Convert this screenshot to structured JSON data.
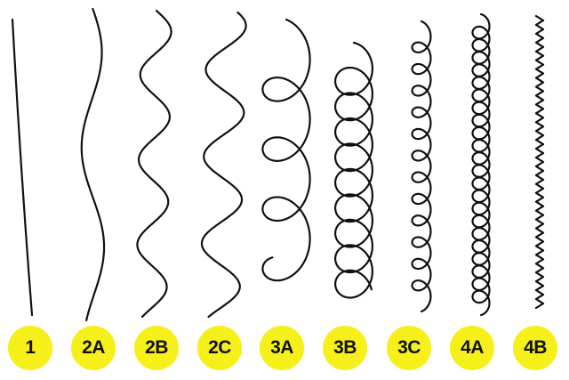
{
  "badge_color": "#f5ef1a",
  "stroke_color": "#111111",
  "hair_types": [
    {
      "label": "1",
      "pattern": "straight"
    },
    {
      "label": "2A",
      "pattern": "wavy-loose"
    },
    {
      "label": "2B",
      "pattern": "wavy"
    },
    {
      "label": "2C",
      "pattern": "wavy-strong"
    },
    {
      "label": "3A",
      "pattern": "curly-loose"
    },
    {
      "label": "3B",
      "pattern": "curly"
    },
    {
      "label": "3C",
      "pattern": "curly-tight"
    },
    {
      "label": "4A",
      "pattern": "coily"
    },
    {
      "label": "4B",
      "pattern": "zigzag"
    }
  ]
}
